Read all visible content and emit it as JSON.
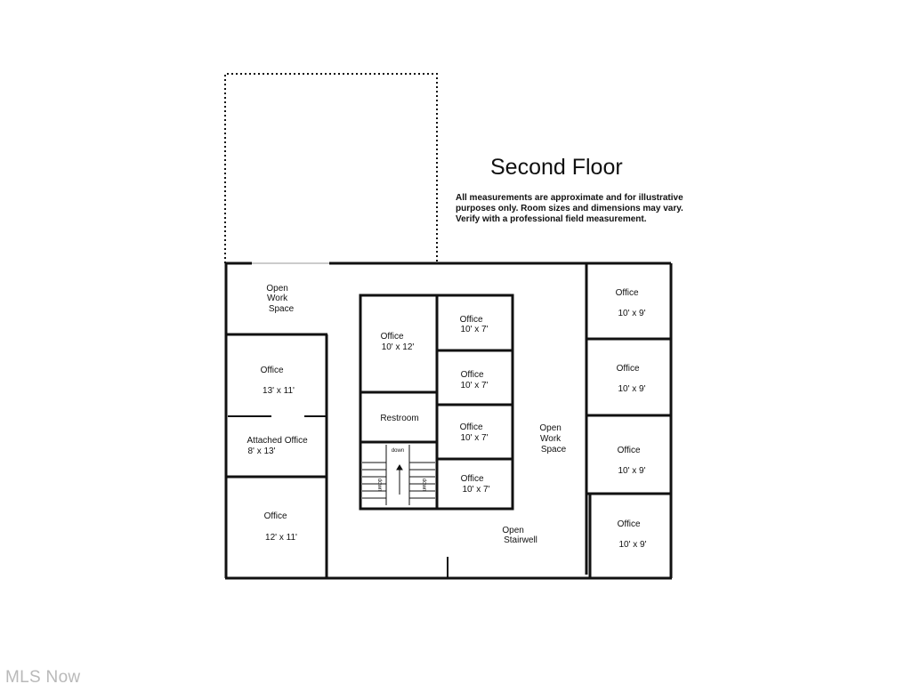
{
  "title": "Second Floor",
  "disclaimer": [
    "All measurements are approximate and for illustrative",
    "purposes only.  Room sizes and dimensions may vary.",
    "Verify with a professional field measurement."
  ],
  "watermark": "MLS Now",
  "rooms": {
    "open_work_space_nw": [
      "Open",
      "Work",
      "Space"
    ],
    "office_left_1": [
      "Office",
      "13' x 11'"
    ],
    "attached_office": [
      "Attached Office",
      "8' x 13'"
    ],
    "office_left_2": [
      "Office",
      "12' x 11'"
    ],
    "office_center_large": [
      "Office",
      "10' x 12'"
    ],
    "restroom": [
      "Restroom"
    ],
    "office_center_1": [
      "Office",
      "10' x 7'"
    ],
    "office_center_2": [
      "Office",
      "10' x 7'"
    ],
    "office_center_3": [
      "Office",
      "10' x 7'"
    ],
    "office_center_4": [
      "Office",
      "10' x 7'"
    ],
    "open_work_space_center": [
      "Open",
      "Work",
      "Space"
    ],
    "open_stairwell": [
      "Open",
      "Stairwell"
    ],
    "office_right_1": [
      "Office",
      "10' x 9'"
    ],
    "office_right_2": [
      "Office",
      "10' x 9'"
    ],
    "office_right_3": [
      "Office",
      "10' x 9'"
    ],
    "office_right_4": [
      "Office",
      "10' x 9'"
    ]
  },
  "stairs": {
    "left": "down",
    "arrow": "down",
    "right": "down"
  }
}
